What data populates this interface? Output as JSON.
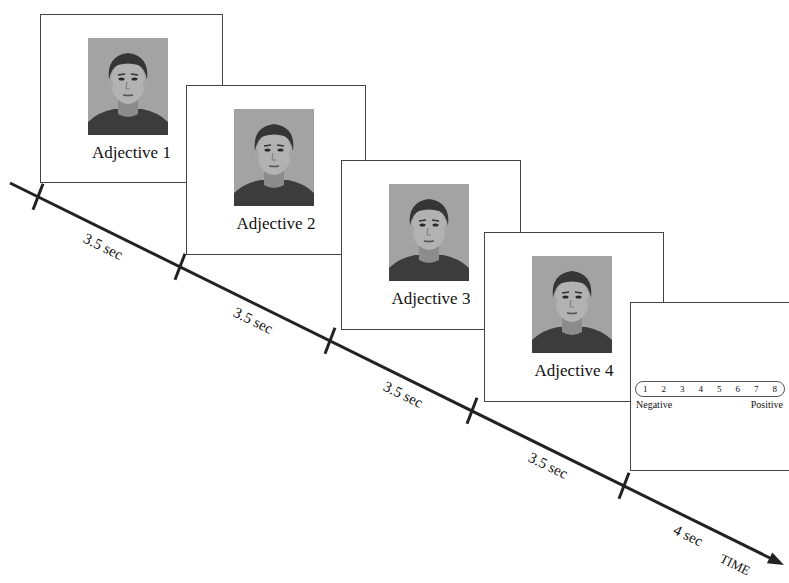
{
  "diagram": {
    "nodes": [
      {
        "text": [
          "Adjective 1"
        ]
      },
      {
        "text": [
          "Adjective 2"
        ]
      },
      {
        "text": [
          "Adjective 3"
        ]
      },
      {
        "text": [
          "Adjective 4"
        ]
      },
      {
        "text": [
          "Negative",
          "Positive"
        ]
      },
      {
        "text": [
          "1",
          "2",
          "3",
          "4",
          "5",
          "6",
          "7",
          "8"
        ],
        "in": 4
      }
    ],
    "labels": [
      "3.5 sec",
      "3.5 sec",
      "3.5 sec",
      "3.5 sec",
      "4 sec",
      "TIME"
    ]
  }
}
